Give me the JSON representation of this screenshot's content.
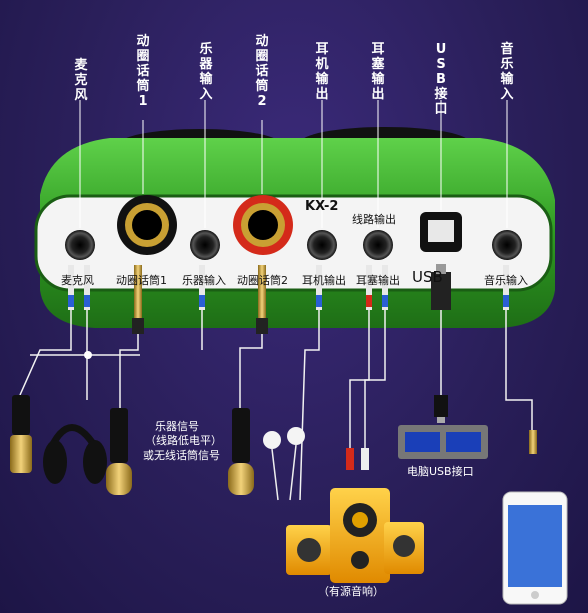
{
  "top_labels": {
    "mic": "麦克风",
    "dyn1": "动圈话筒1",
    "instrument": "乐器输入",
    "dyn2": "动圈话筒2",
    "headphone": "耳机输出",
    "earbud": "耳塞输出",
    "usb": "USB接口",
    "music": "音乐输入"
  },
  "panel": {
    "model": "KX-2",
    "line_out": "线路输出",
    "jacks": {
      "mic": "麦克风",
      "dyn1": "动圈话筒1",
      "instrument": "乐器输入",
      "dyn2": "动圈话筒2",
      "headphone": "耳机输出",
      "earbud": "耳塞输出",
      "usb": "USB",
      "music": "音乐输入"
    }
  },
  "notes": {
    "instrument_l1": "乐器信号",
    "instrument_l2": "（线路低电平）",
    "instrument_l3": "或无线话筒信号",
    "pc_usb": "电脑USB接口",
    "speaker": "（有源音响）"
  },
  "colors": {
    "shell": "#3aa82a",
    "panel": "#f4f4f4",
    "background": "#2a1f5a",
    "accent_red": "#d42a1a",
    "gold": "#c9a033"
  }
}
